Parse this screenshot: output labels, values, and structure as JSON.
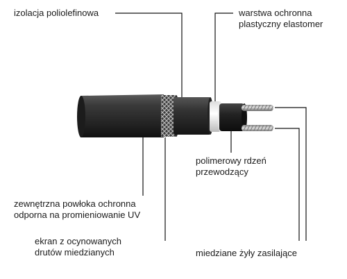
{
  "labels": {
    "top_left": "izolacja poliolefinowa",
    "top_right_line1": "warstwa ochronna",
    "top_right_line2": "plastyczny elastomer",
    "mid_right_line1": "polimerowy rdzeń",
    "mid_right_line2": "przewodzący",
    "bottom_left_line1": "zewnętrzna powłoka ochronna",
    "bottom_left_line2": "odporna na promieniowanie UV",
    "bottom_mid_line1": "ekran z ocynowanych",
    "bottom_mid_line2": "drutów miedzianych",
    "bottom_right": "miedziane żyły zasilające"
  },
  "colors": {
    "outer_sheath": "#2b2b2b",
    "braid": "#4a4a4a",
    "insulation": "#333333",
    "elastomer": "#f2f2f2",
    "core": "#1e1e1e",
    "wire": "#b5b5b5"
  }
}
